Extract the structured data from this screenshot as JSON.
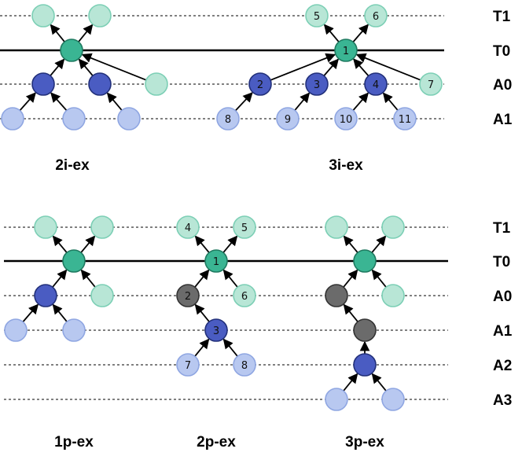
{
  "colors": {
    "T1": "#b8e6d6",
    "T0": "#3ab593",
    "A0": "#4a5cc2",
    "A1": "#b8c8f0",
    "A2": "#b8c8f0",
    "A3": "#b8c8f0",
    "gray": "#6b6b6b",
    "T1_stroke": "#7ccfb5",
    "T0_stroke": "#1f7a60",
    "A0_stroke": "#22307a",
    "A1_stroke": "#8fa6e2",
    "gray_stroke": "#333333"
  },
  "row_labels": {
    "top": [
      "T1",
      "T0",
      "A0",
      "A1"
    ],
    "bottom": [
      "T1",
      "T0",
      "A0",
      "A1",
      "A2",
      "A3"
    ]
  },
  "captions": [
    "2i-ex",
    "3i-ex",
    "1p-ex",
    "2p-ex",
    "3p-ex"
  ],
  "node_labels": {
    "3i": [
      "1",
      "2",
      "3",
      "4",
      "5",
      "6",
      "7",
      "8",
      "9",
      "10",
      "11"
    ],
    "2p": [
      "1",
      "2",
      "3",
      "4",
      "5",
      "6",
      "7",
      "8"
    ]
  }
}
